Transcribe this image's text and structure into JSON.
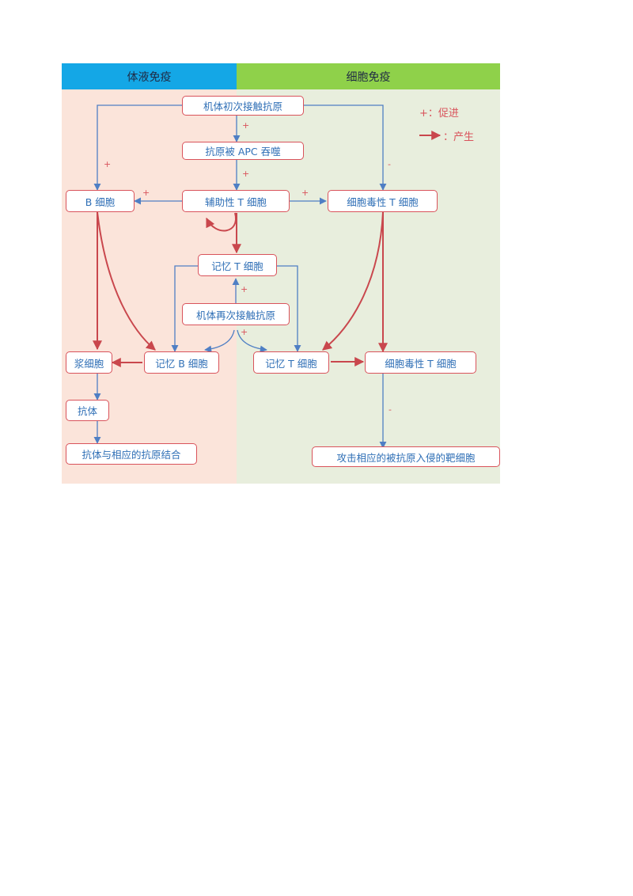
{
  "headers": {
    "humoral": "体液免疫",
    "cellular": "细胞免疫"
  },
  "legend": {
    "promote": "+：促进",
    "produce": "：产生"
  },
  "nodes": {
    "first_contact": "机体初次接触抗原",
    "apc": "抗原被 APC 吞噬",
    "b_cell": "B 细胞",
    "helper_t": "辅助性 T 细胞",
    "cytotoxic_t": "细胞毒性 T 细胞",
    "memory_t_top": "记忆 T 细胞",
    "second_contact": "机体再次接触抗原",
    "plasma": "浆细胞",
    "memory_b": "记忆 B 细胞",
    "memory_t_bottom": "记忆 T 细胞",
    "cytotoxic_t2": "细胞毒性 T 细胞",
    "antibody": "抗体",
    "bind": "抗体与相应的抗原结合",
    "attack": "攻击相应的被抗原入侵的靶细胞"
  },
  "signs": {
    "s1": "+",
    "s2": "+",
    "s3": "+",
    "s4": "-",
    "s5": "+",
    "s6": "+",
    "s7": "+",
    "s8": "+",
    "s9": "-"
  },
  "colors": {
    "promote": "#4f7fc4",
    "produce": "#c9474d",
    "node_border": "#d9535b"
  }
}
